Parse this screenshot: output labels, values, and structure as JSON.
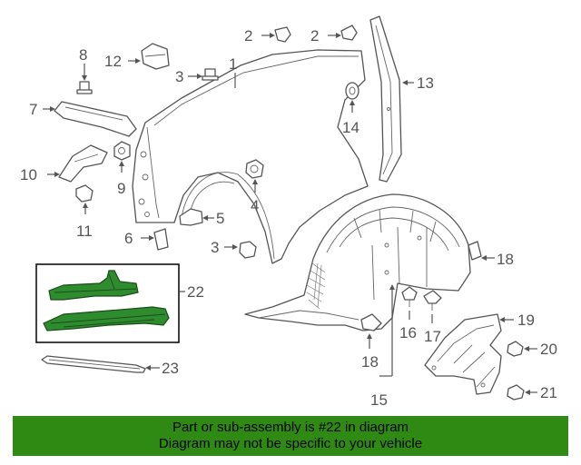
{
  "callouts": {
    "c1": "1",
    "c2a": "2",
    "c2b": "2",
    "c3a": "3",
    "c3b": "3",
    "c4": "4",
    "c5": "5",
    "c6": "6",
    "c7": "7",
    "c8": "8",
    "c9": "9",
    "c10": "10",
    "c11": "11",
    "c12": "12",
    "c13": "13",
    "c14": "14",
    "c15": "15",
    "c16": "16",
    "c17": "17",
    "c18a": "18",
    "c18b": "18",
    "c19": "19",
    "c20": "20",
    "c21": "21",
    "c22": "22",
    "c23": "23"
  },
  "highlighted_part": "22",
  "colors": {
    "highlight": "#2e8b2e",
    "banner": "#2e8a12",
    "line": "#555555"
  },
  "banner": {
    "line1": "Part or sub-assembly is #22 in diagram",
    "line2": "Diagram may not be specific to your vehicle"
  }
}
